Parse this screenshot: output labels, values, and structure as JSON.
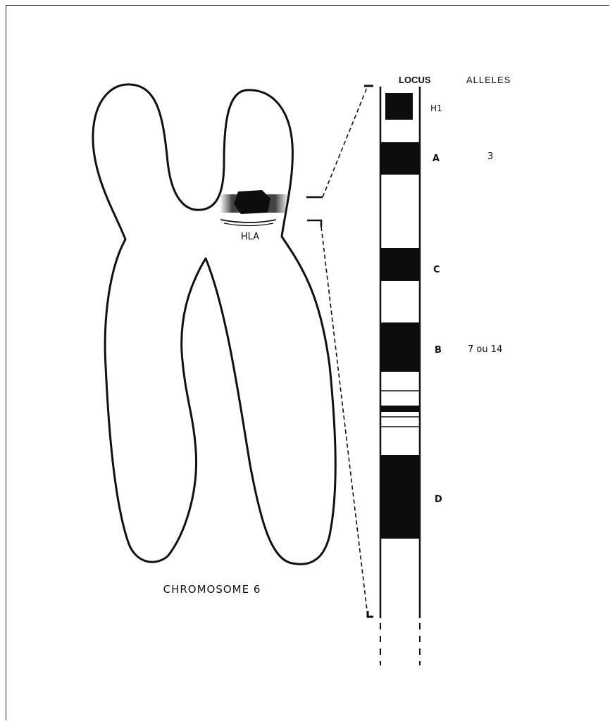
{
  "figure": {
    "caption": "CHROMOSOME 6",
    "region_label": "HLA",
    "headers": {
      "locus": "LOCUS",
      "alleles": "ALLELES"
    },
    "loci": [
      {
        "name": "H1",
        "alleles": ""
      },
      {
        "name": "A",
        "alleles": "3"
      },
      {
        "name": "C",
        "alleles": ""
      },
      {
        "name": "B",
        "alleles": "7 ou 14"
      },
      {
        "name": "D",
        "alleles": ""
      }
    ]
  },
  "colors": {
    "ink": "#111111",
    "band": "#0d0d0d",
    "background": "#ffffff"
  }
}
